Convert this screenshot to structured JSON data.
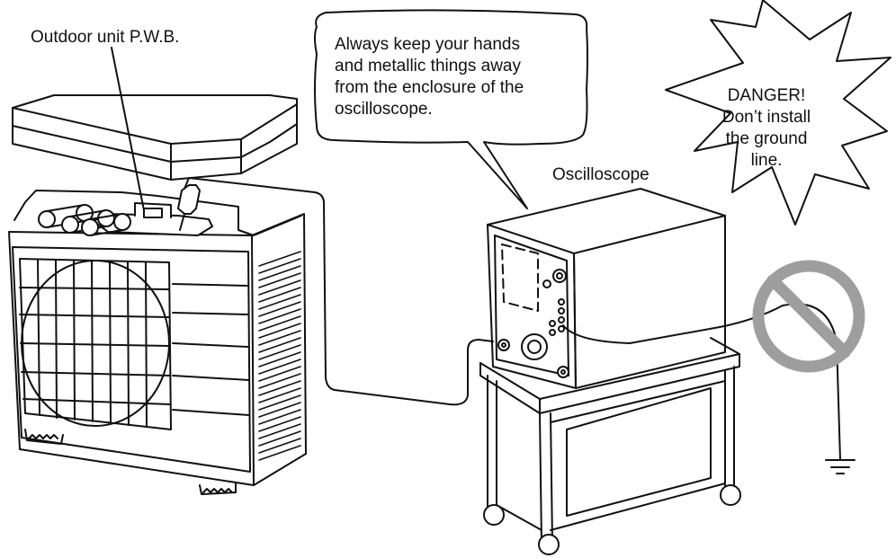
{
  "labels": {
    "outdoor_unit": "Outdoor unit P.W.B.",
    "oscilloscope": "Oscilloscope"
  },
  "warning_bubble": {
    "lines": [
      "Always keep your hands",
      "and metallic things away",
      "from the enclosure of the",
      "oscilloscope."
    ]
  },
  "danger_burst": {
    "lines": [
      "DANGER!",
      "Don’t install",
      "the ground",
      "line."
    ]
  },
  "colors": {
    "line": "#111111",
    "prohibition_sign": "#9e9e9e",
    "background": "#ffffff"
  },
  "icons": {
    "prohibition": "no-symbol-icon",
    "ground": "ground-symbol-icon"
  }
}
